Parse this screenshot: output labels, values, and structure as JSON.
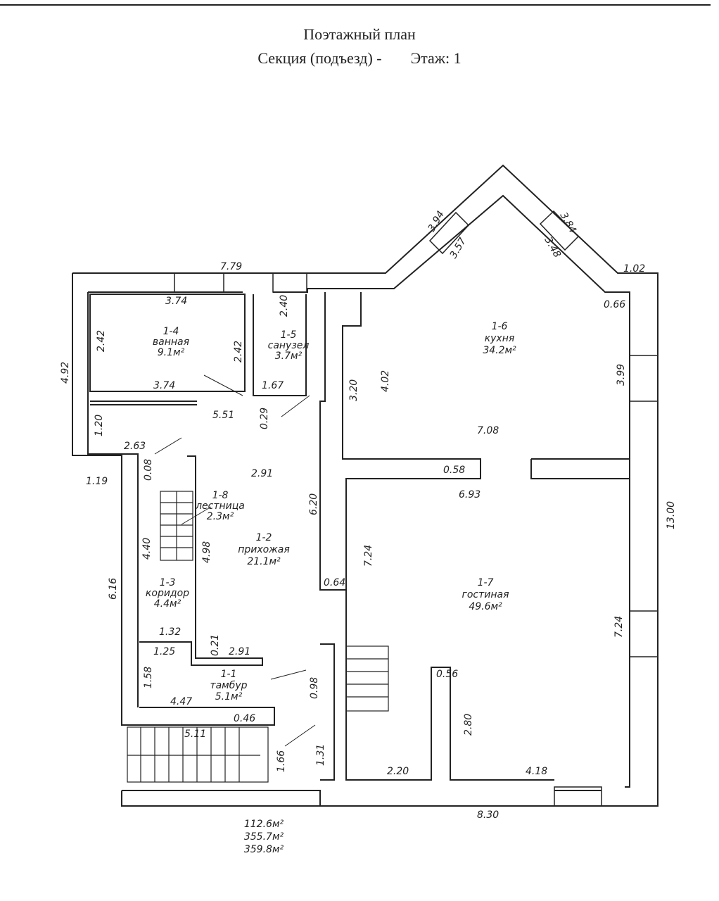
{
  "header": {
    "title": "Поэтажный план",
    "section_label": "Секция (подъезд) -",
    "floor_label": "Этаж: 1"
  },
  "rooms": [
    {
      "id": "1-1",
      "name": "тамбур",
      "area": "5.1м²"
    },
    {
      "id": "1-2",
      "name": "прихожая",
      "area": "21.1м²"
    },
    {
      "id": "1-3",
      "name": "коридор",
      "area": "4.4м²"
    },
    {
      "id": "1-4",
      "name": "ванная",
      "area": "9.1м²"
    },
    {
      "id": "1-5",
      "name": "санузел",
      "area": "3.7м²"
    },
    {
      "id": "1-6",
      "name": "кухня",
      "area": "34.2м²"
    },
    {
      "id": "1-7",
      "name": "гостиная",
      "area": "49.6м²"
    },
    {
      "id": "1-8",
      "name": "лестница",
      "area": "2.3м²"
    }
  ],
  "dimensions": [
    "7.79",
    "3.74",
    "2.40",
    "2.42",
    "2.42",
    "3.74",
    "1.67",
    "0.29",
    "5.51",
    "1.20",
    "2.63",
    "0.08",
    "4.92",
    "1.19",
    "2.91",
    "6.20",
    "4.40",
    "4.98",
    "6.16",
    "1.32",
    "1.25",
    "0.21",
    "2.91",
    "1.58",
    "4.47",
    "0.46",
    "5.11",
    "1.66",
    "1.31",
    "0.98",
    "0.64",
    "7.24",
    "3.94",
    "3.57",
    "3.84",
    "3.48",
    "1.02",
    "0.66",
    "3.99",
    "3.20",
    "4.02",
    "7.08",
    "0.58",
    "6.93",
    "13.00",
    "7.24",
    "0.56",
    "2.80",
    "2.20",
    "4.18",
    "8.30"
  ],
  "totals": [
    "112.6м²",
    "355.7м²",
    "359.8м²"
  ]
}
